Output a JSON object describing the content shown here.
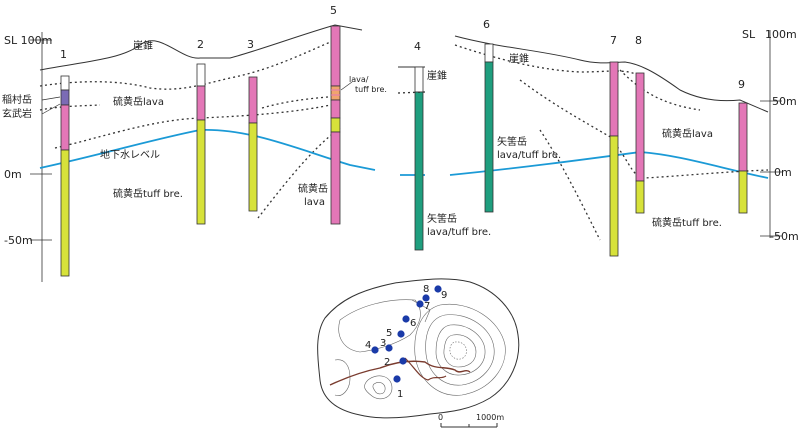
{
  "sections": {
    "left_axis": {
      "title": "SL 100m",
      "ticks": [
        "0m",
        "-50m"
      ]
    },
    "right_axis": {
      "title": "SL",
      "ticks": [
        "100m",
        "50m",
        "0m",
        "-50m"
      ]
    },
    "boreholes": [
      "1",
      "2",
      "3",
      "4",
      "5",
      "6",
      "7",
      "8",
      "9"
    ],
    "labels": {
      "talus_1": "崖錐",
      "talus_2": "崖錐",
      "talus_3": "崖錐",
      "inamuradake": "稲村岳",
      "basalt": "玄武岩",
      "iodake_lava_left": "硫黄岳lava",
      "groundwater": "地下水レベル",
      "iodake_tuff_left": "硫黄岳tuff bre.",
      "iodake_lava_5_a": "硫黄岳",
      "iodake_lava_5_b": "lava",
      "lava_tuff_a": "lava/",
      "lava_tuff_b": "tuff bre.",
      "yahazudake_4_a": "矢筈岳",
      "yahazudake_4_b": "lava/tuff bre.",
      "yahazudake_6_a": "矢筈岳",
      "yahazudake_6_b": "lava/tuff bre.",
      "iodake_lava_right": "硫黄岳lava",
      "iodake_tuff_right": "硫黄岳tuff bre."
    },
    "colors": {
      "iodake_lava": "#e377b7",
      "iodake_tuff": "#d7e23a",
      "yahazudake": "#1f9e7e",
      "inamuradake_basalt": "#7b6bb5",
      "lava_tuff_stripe": "#f0a56e",
      "groundwater": "#1b9ad6"
    }
  },
  "map": {
    "scale_start": "0",
    "scale_end": "1000m",
    "points": [
      "1",
      "2",
      "3",
      "4",
      "5",
      "6",
      "7",
      "8",
      "9"
    ]
  }
}
